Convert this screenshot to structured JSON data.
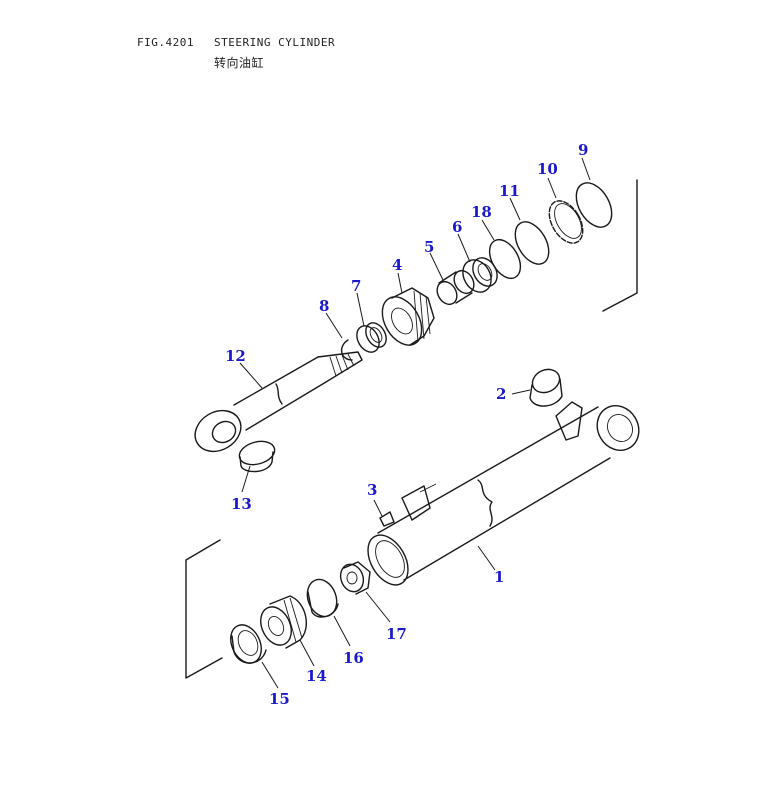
{
  "header": {
    "fig_number": "FIG.4201",
    "title": "STEERING CYLINDER",
    "title_cn": "转向油缸"
  },
  "colors": {
    "label": "#1a1acc",
    "line": "#1a1a1a"
  },
  "callouts": [
    "1",
    "2",
    "3",
    "4",
    "5",
    "6",
    "7",
    "8",
    "9",
    "10",
    "11",
    "12",
    "13",
    "14",
    "15",
    "16",
    "17",
    "18"
  ]
}
